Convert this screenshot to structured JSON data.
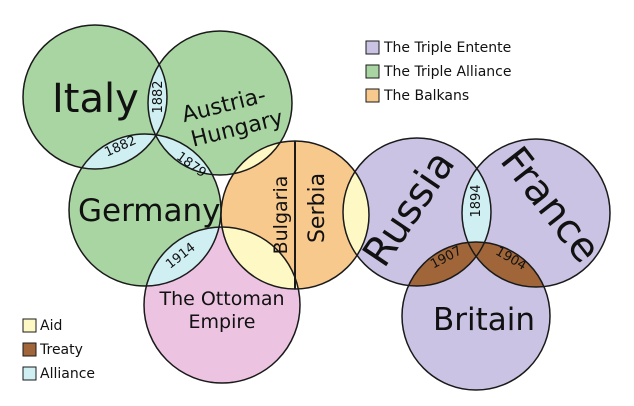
{
  "colors": {
    "entente": "#cbc3e3",
    "alliance": "#a8d5a2",
    "balkans": "#f8c98d",
    "aid": "#fdf8c4",
    "treaty": "#a0663a",
    "alliance_link": "#cfeff3",
    "ottoman": "#ecc4e1",
    "stroke": "#1a1a1a"
  },
  "nodes": {
    "italy": "Italy",
    "austria_1": "Austria-",
    "austria_2": "Hungary",
    "germany": "Germany",
    "ottoman_1": "The Ottoman",
    "ottoman_2": "Empire",
    "bulgaria": "Bulgaria",
    "serbia": "Serbia",
    "russia": "Russia",
    "france": "France",
    "britain": "Britain"
  },
  "treaties": {
    "italy_austria": "1882",
    "italy_germany": "1882",
    "austria_germany": "1879",
    "germany_ottoman": "1914",
    "russia_france": "1894",
    "russia_britain": "1907",
    "france_britain": "1904"
  },
  "legend_top": [
    {
      "label": "The Triple Entente",
      "color": "#cbc3e3"
    },
    {
      "label": "The Triple Alliance",
      "color": "#a8d5a2"
    },
    {
      "label": "The Balkans",
      "color": "#f8c98d"
    }
  ],
  "legend_bottom": [
    {
      "label": "Aid",
      "color": "#fdf8c4"
    },
    {
      "label": "Treaty",
      "color": "#a0663a"
    },
    {
      "label": "Alliance",
      "color": "#cfeff3"
    }
  ]
}
